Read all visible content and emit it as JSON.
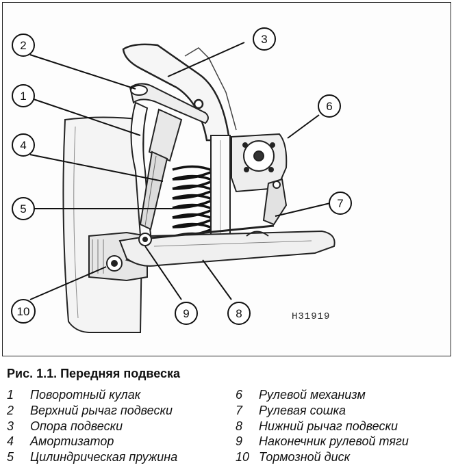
{
  "figure": {
    "code": "H31919",
    "caption": "Рис. 1.1. Передняя подвеска"
  },
  "callouts": [
    "1",
    "2",
    "3",
    "4",
    "5",
    "6",
    "7",
    "8",
    "9",
    "10"
  ],
  "legend": {
    "left": [
      {
        "num": "1",
        "label": "Поворотный кулак"
      },
      {
        "num": "2",
        "label": "Верхний рычаг подвески"
      },
      {
        "num": "3",
        "label": "Опора подвески"
      },
      {
        "num": "4",
        "label": "Амортизатор"
      },
      {
        "num": "5",
        "label": "Цилиндрическая пружина"
      }
    ],
    "right": [
      {
        "num": "6",
        "label": "Рулевой механизм"
      },
      {
        "num": "7",
        "label": "Рулевая сошка"
      },
      {
        "num": "8",
        "label": "Нижний рычаг подвески"
      },
      {
        "num": "9",
        "label": "Наконечник рулевой тяги"
      },
      {
        "num": "10",
        "label": "Тормозной диск"
      }
    ]
  }
}
